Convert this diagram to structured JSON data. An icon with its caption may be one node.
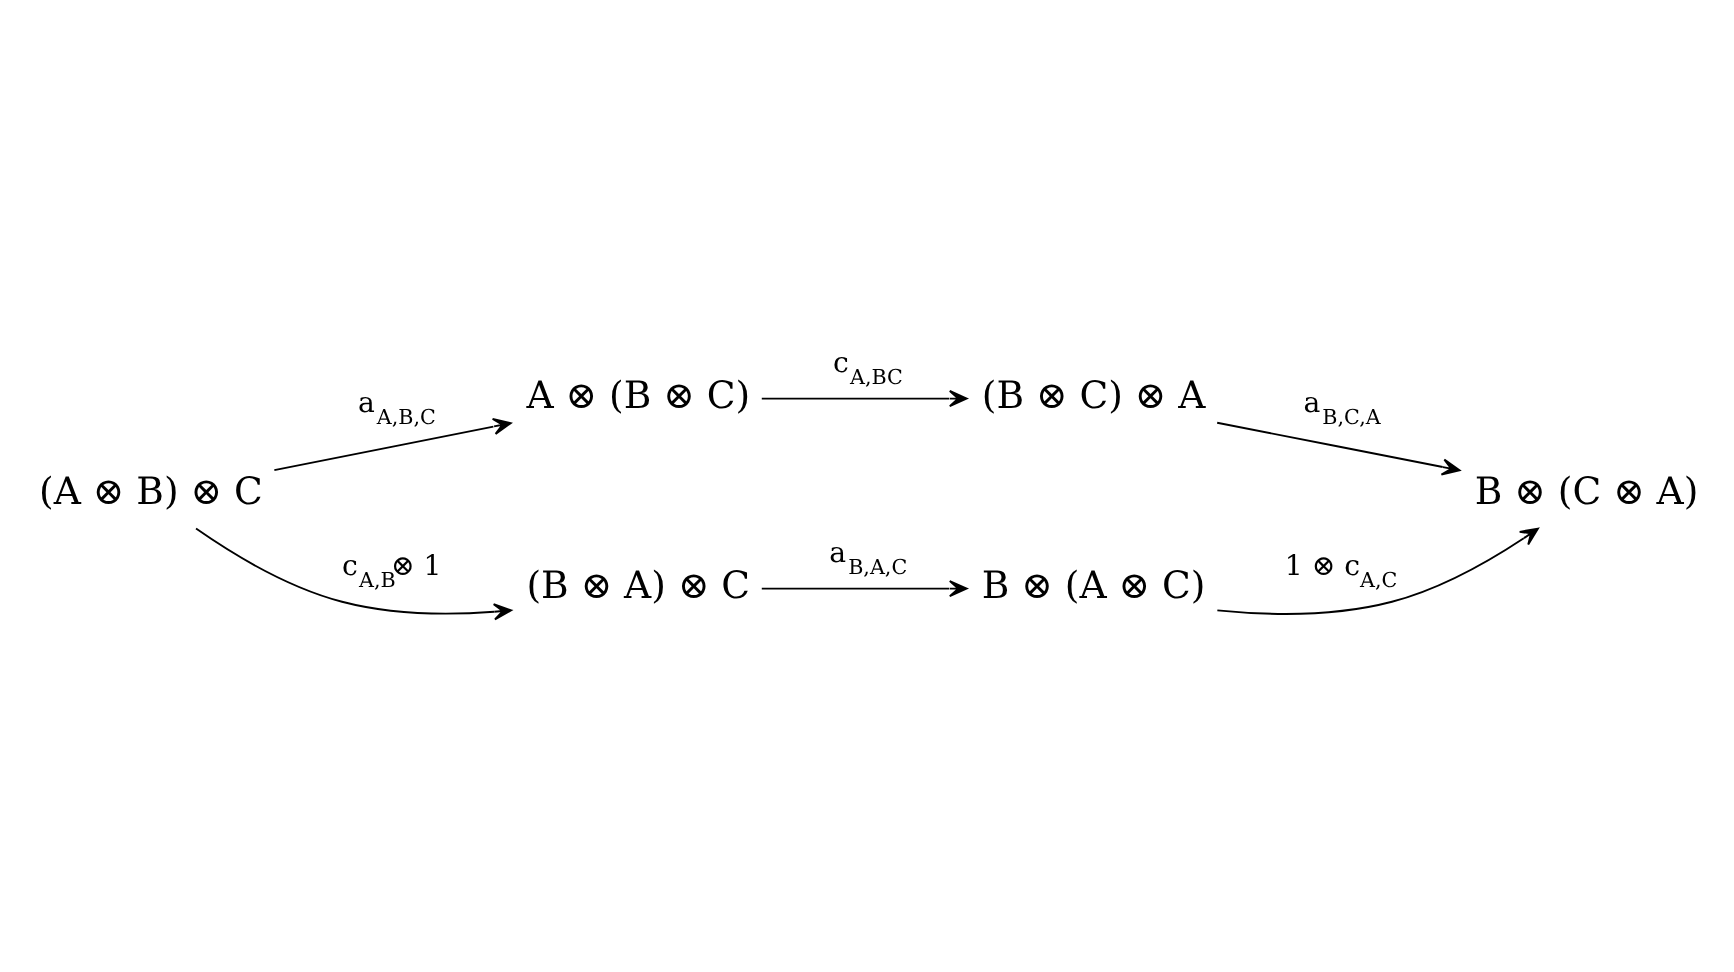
{
  "diagram": {
    "nodes": [
      {
        "text": [
          "A ⊗ (B ⊗ C)"
        ]
      },
      {
        "text": [
          "(B ⊗ C) ⊗ A"
        ]
      },
      {
        "text": [
          "(A ⊗ B) ⊗ C"
        ]
      },
      {
        "text": [
          "B ⊗ (C ⊗ A)"
        ]
      },
      {
        "text": [
          "(B ⊗ A) ⊗ C"
        ]
      },
      {
        "text": [
          "B ⊗ (A ⊗ C)"
        ]
      }
    ],
    "edges": [
      {
        "from": 2,
        "to": 0,
        "arrow": "to",
        "label": "a$_{A,B,C}$"
      },
      {
        "from": 0,
        "to": 1,
        "arrow": "to",
        "label": "c$_{A,BC}$"
      },
      {
        "from": 1,
        "to": 3,
        "arrow": "to",
        "label": "a$_{B,C,A}$"
      },
      {
        "from": 2,
        "to": 4,
        "arrow": "to",
        "label": "c$_{A,B}$⊗ 1"
      },
      {
        "from": 4,
        "to": 5,
        "arrow": "to",
        "label": "a$_{B,A,C}$"
      },
      {
        "from": 5,
        "to": 3,
        "arrow": "to",
        "label": "1 ⊗ c$_{A,C}$"
      }
    ]
  }
}
